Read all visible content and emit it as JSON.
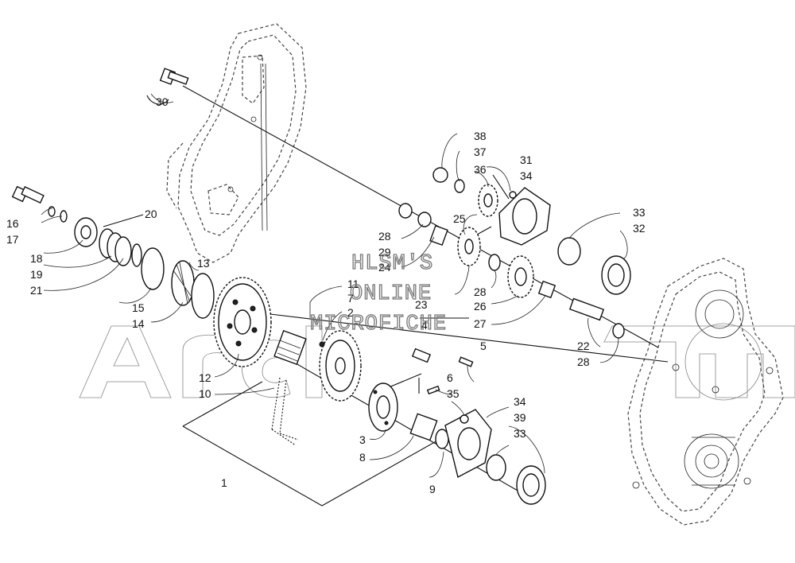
{
  "watermark": {
    "line1": "HLSM'S",
    "line2": "ONLINE",
    "line3": "MICROFICHE",
    "brand": "ArcticCat"
  },
  "callouts": {
    "c30": "30",
    "c16": "16",
    "c17": "17",
    "c20": "20",
    "c18": "18",
    "c19": "19",
    "c21": "21",
    "c13": "13",
    "c15": "15",
    "c14": "14",
    "c12": "12",
    "c10": "10",
    "c1": "1",
    "c11": "11",
    "c7": "7",
    "c2": "2",
    "c3": "3",
    "c8": "8",
    "c9": "9",
    "c38": "38",
    "c37": "37",
    "c36": "36",
    "c31": "31",
    "c34a": "34",
    "c28a": "28",
    "c29": "29",
    "c24": "24",
    "c25": "25",
    "c23": "23",
    "c4": "4",
    "c28b": "28",
    "c26": "26",
    "c27": "27",
    "c33a": "33",
    "c32": "32",
    "c22": "22",
    "c28c": "28",
    "c5": "5",
    "c6": "6",
    "c35": "35",
    "c34b": "34",
    "c39": "39",
    "c33b": "33"
  },
  "colors": {
    "ink": "#111111",
    "watermark": "#777777",
    "background": "#ffffff"
  }
}
